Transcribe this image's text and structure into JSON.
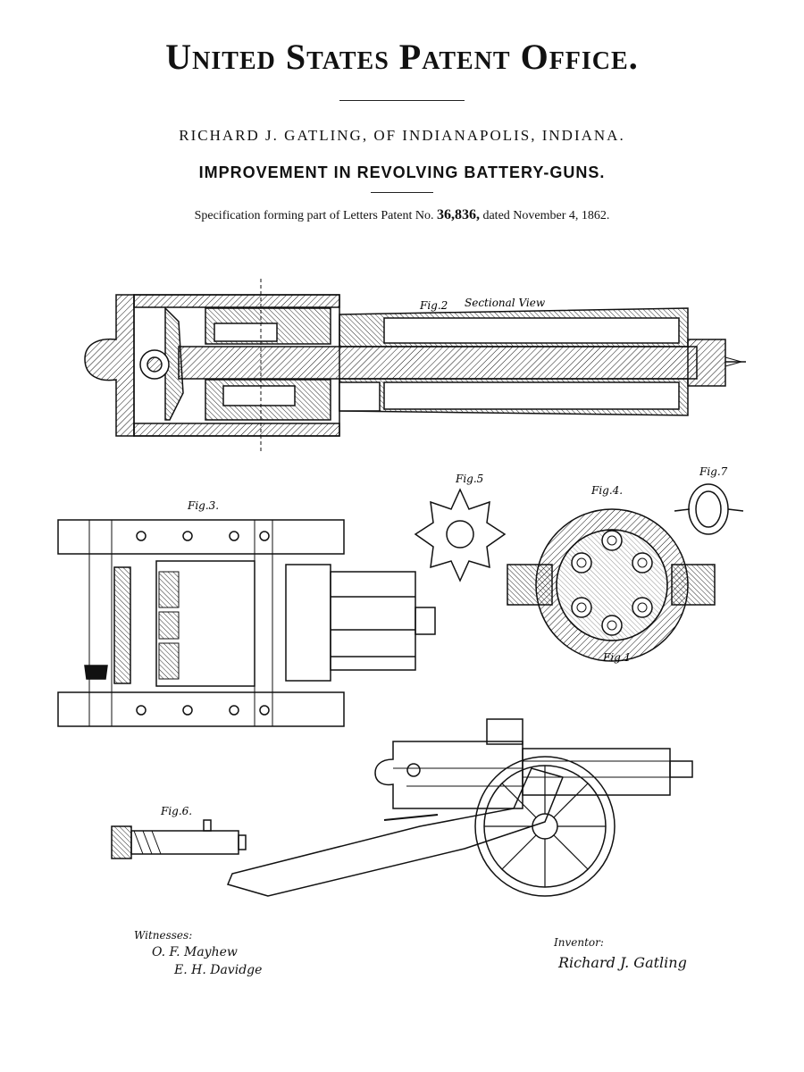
{
  "header": {
    "office": "United States Patent Office.",
    "inventor_line": "RICHARD J. GATLING, OF INDIANAPOLIS, INDIANA.",
    "title": "IMPROVEMENT IN REVOLVING BATTERY-GUNS.",
    "spec_prefix": "Specification forming part of Letters Patent No.",
    "patent_no": "36,836,",
    "spec_suffix": "dated November 4, 1862."
  },
  "figures": {
    "fig2": "Fig.2",
    "fig2_caption": "Sectional View",
    "fig3": "Fig.3.",
    "fig4": "Fig.4.",
    "fig5": "Fig.5",
    "fig7": "Fig.7",
    "fig1": "Fig.1",
    "fig6": "Fig.6."
  },
  "footer": {
    "witnesses_label": "Witnesses:",
    "witness_1": "O. F. Mayhew",
    "witness_2": "E. H. Davidge",
    "inventor_label": "Inventor:",
    "inventor_signature": "Richard J. Gatling"
  }
}
